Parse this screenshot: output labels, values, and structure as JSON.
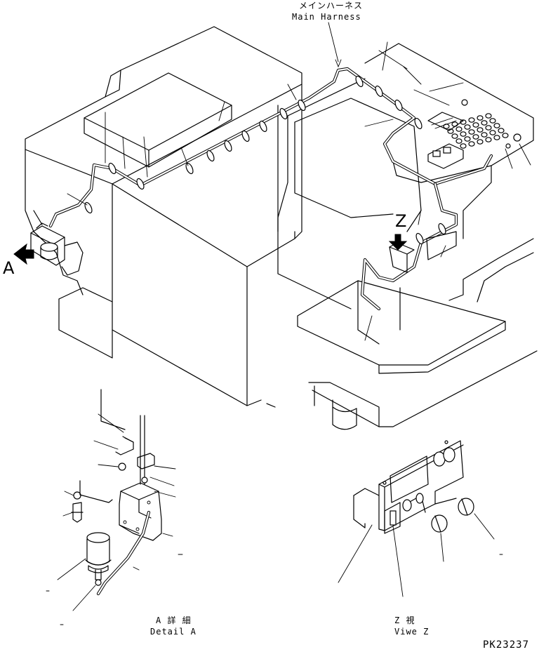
{
  "labels": {
    "harness_jp": "メインハーネス",
    "harness_en": "Main Harness",
    "view_a": "A",
    "view_z": "Z",
    "detail_a_jp": "A 詳 細",
    "detail_a_en": "Detail A",
    "view_z_jp": "Z 視",
    "view_z_en": "Viwe Z",
    "part_no": "PK23237"
  }
}
